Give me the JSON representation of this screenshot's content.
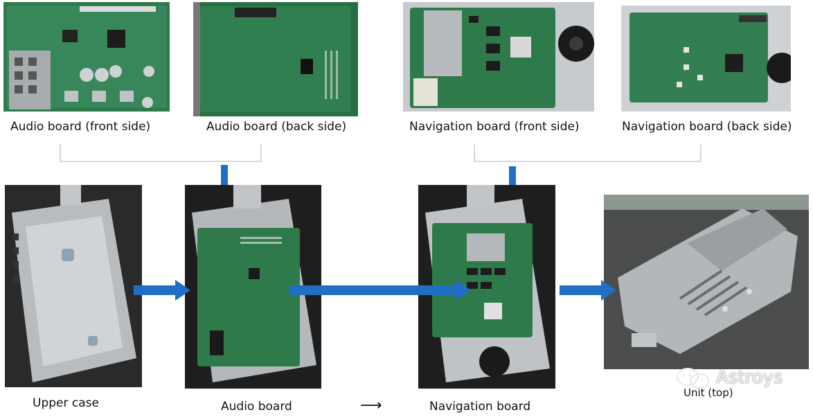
{
  "top_labels": {
    "audio_front": "Audio board (front side)",
    "audio_back": "Audio board (back side)",
    "nav_front": "Navigation board (front side)",
    "nav_back": "Navigation board (back side)"
  },
  "bottom_labels": {
    "upper_case": "Upper case",
    "audio_board": "Audio board",
    "step_arrow": "⟶",
    "navigation_board": "Navigation board",
    "unit_top": "Unit (top)"
  },
  "watermark": {
    "text": "Astroys",
    "icon": "chat-bubbles-icon"
  },
  "colors": {
    "flow_arrow": "#1f6fc4",
    "pcb": "#2f7a4a",
    "bracket_line": "#b8c4cc"
  }
}
